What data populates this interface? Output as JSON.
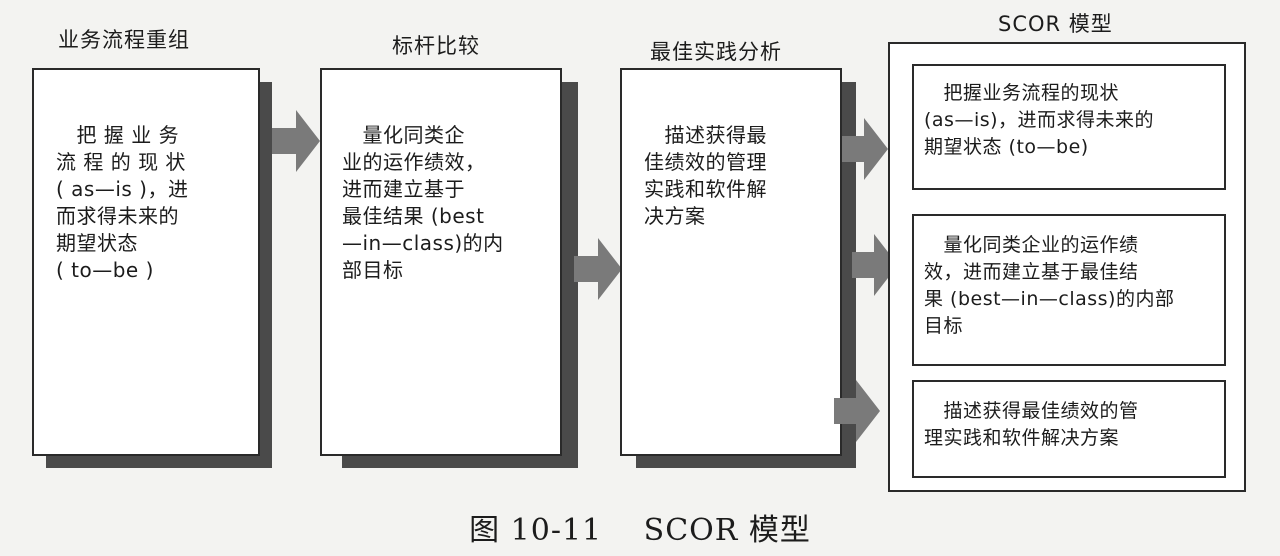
{
  "columns": [
    {
      "title": "业务流程重组",
      "text": "　把 握 业 务\n流 程 的 现 状\n( as—is )，进\n而求得未来的\n期望状态\n( to—be )"
    },
    {
      "title": "标杆比较",
      "text": "　量化同类企\n业的运作绩效，\n进而建立基于\n最佳结果 (best\n—in—class)的内\n部目标"
    },
    {
      "title": "最佳实践分析",
      "text": "　描述获得最\n佳绩效的管理\n实践和软件解\n决方案"
    }
  ],
  "scor": {
    "title": "SCOR 模型",
    "items": [
      {
        "text": "　把握业务流程的现状\n(as—is)，进而求得未来的\n期望状态 (to—be)"
      },
      {
        "text": "　量化同类企业的运作绩\n效，进而建立基于最佳结\n果 (best—in—class)的内部\n目标"
      },
      {
        "text": "　描述获得最佳绩效的管\n理实践和软件解决方案"
      }
    ]
  },
  "caption": "图 10-11　 SCOR 模型",
  "colors": {
    "shadow": "#4a4a4a",
    "arrow": "#7a7a7a",
    "border": "#2a2a2a"
  }
}
